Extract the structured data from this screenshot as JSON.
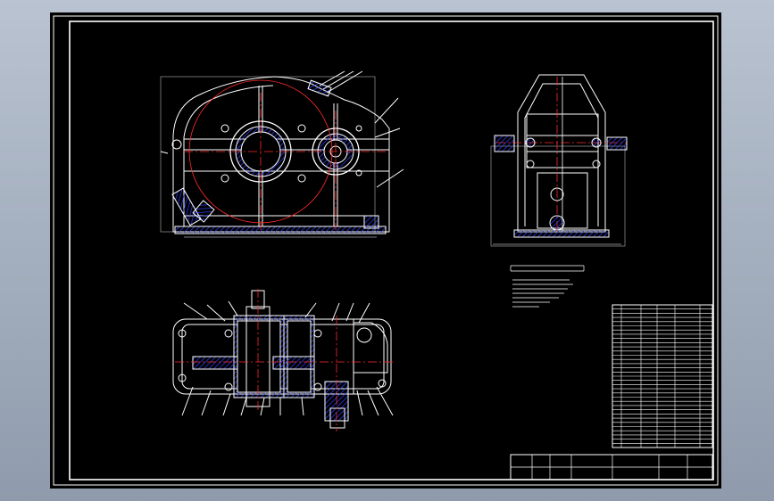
{
  "colors": {
    "background": "#000000",
    "frame": "#ffffff",
    "outline": "#ffffff",
    "centerline": "#ff2a2a",
    "hatch": "#3040ff",
    "viewport": "#9aa6b8"
  },
  "drawing": {
    "views": [
      "front-view",
      "side-view",
      "top-view"
    ],
    "title_block": {
      "rows": 2,
      "cells": []
    },
    "parts_list": {
      "rows": 34
    },
    "technical_notes": {
      "lines": 7
    },
    "leader_labels": []
  }
}
